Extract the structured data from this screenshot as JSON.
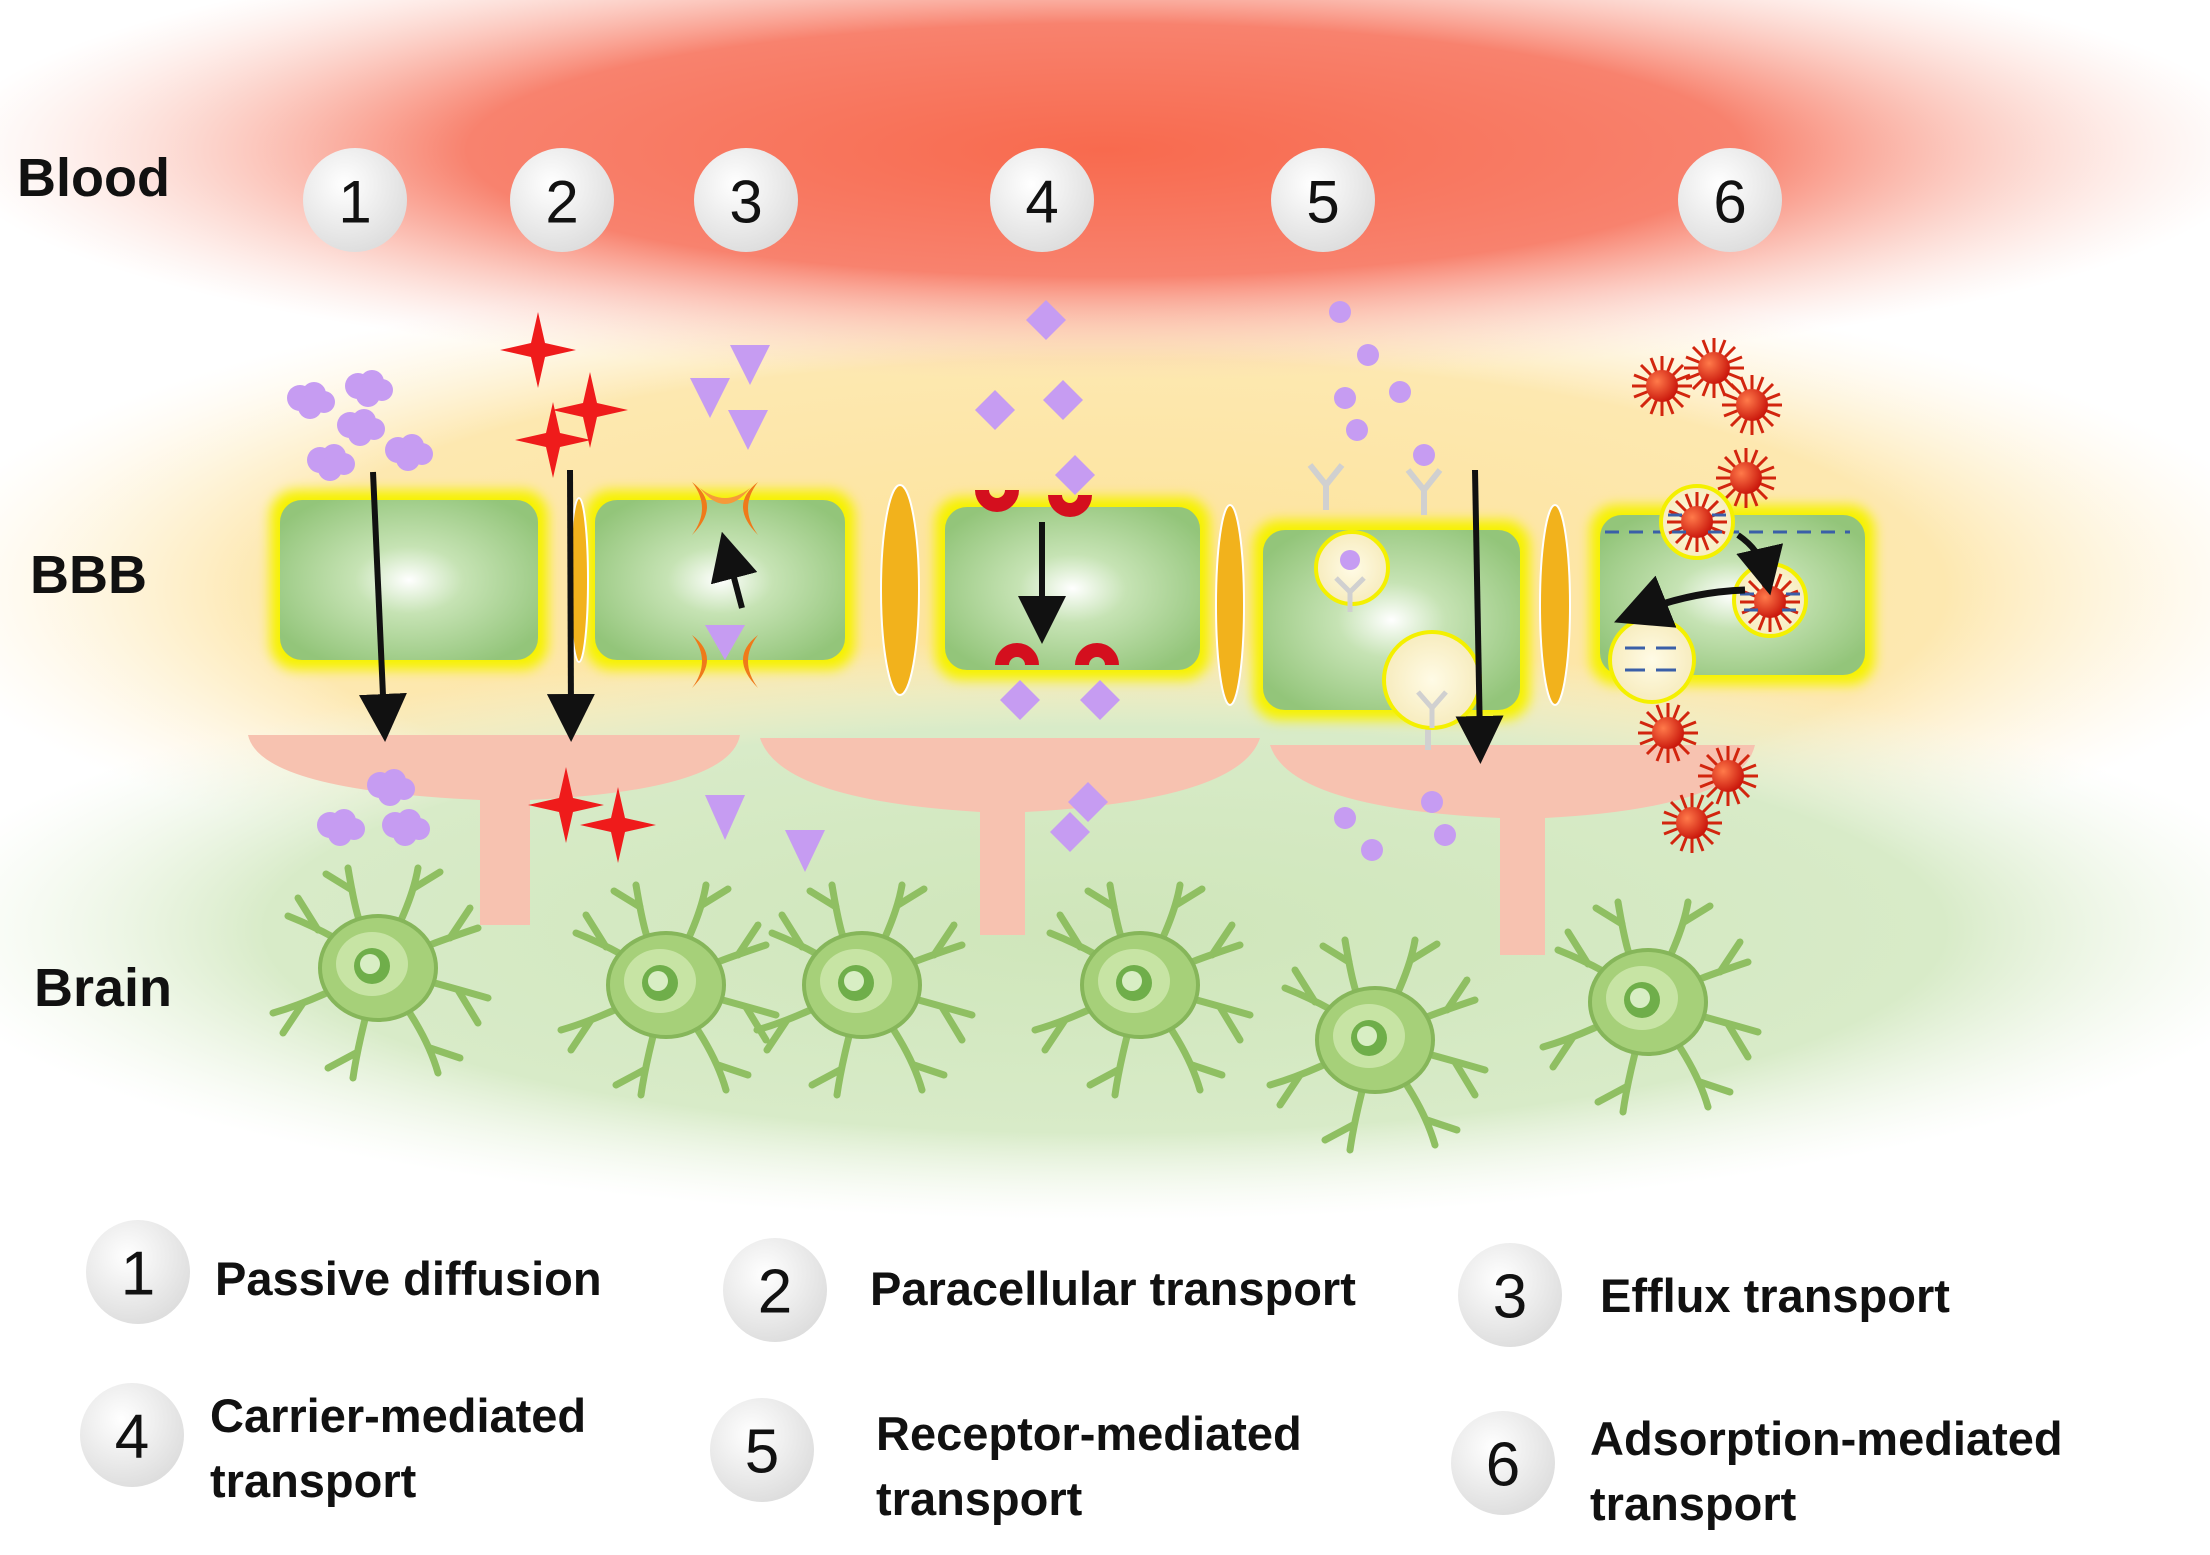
{
  "regions": {
    "blood": "Blood",
    "bbb": "BBB",
    "brain": "Brain"
  },
  "steps": [
    "1",
    "2",
    "3",
    "4",
    "5",
    "6"
  ],
  "legend": [
    {
      "num": "1",
      "line1": "Passive diffusion",
      "line2": ""
    },
    {
      "num": "2",
      "line1": "Paracellular transport",
      "line2": ""
    },
    {
      "num": "3",
      "line1": "Efflux transport",
      "line2": ""
    },
    {
      "num": "4",
      "line1": "Carrier-mediated",
      "line2": "transport"
    },
    {
      "num": "5",
      "line1": "Receptor-mediated",
      "line2": "transport"
    },
    {
      "num": "6",
      "line1": "Adsorption-mediated",
      "line2": "transport"
    }
  ],
  "colors": {
    "blood": "#f47a6a",
    "bbb_band": "#fde4a0",
    "brain": "#d3e9c0",
    "endothelial_cell": "#9ccb84",
    "cell_glow": "#f4f000",
    "tight_junction": "#f2b21c",
    "astrocyte_foot": "#f7c2b0",
    "molecule_lilac": "#c59cf0",
    "molecule_red": "#ee1c1c",
    "carrier_red": "#d40f1e",
    "efflux_orange": "#ef7a1a",
    "neuron": "#a8d07a"
  }
}
